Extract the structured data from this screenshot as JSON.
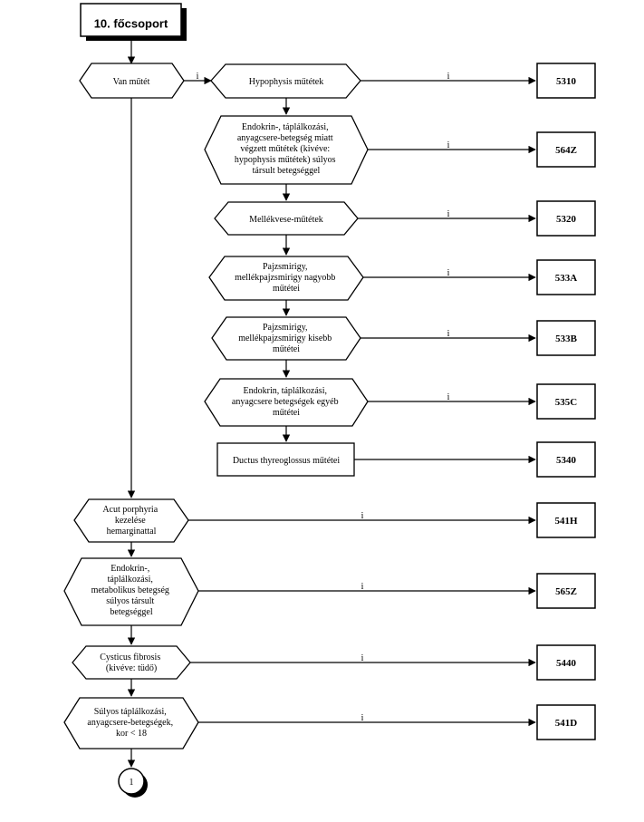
{
  "header": {
    "label": "10. főcsoport"
  },
  "edge_label": "i",
  "decisions": {
    "d1": [
      "Van műtét"
    ],
    "d2": [
      "Hypophysis műtétek"
    ],
    "d3": [
      "Endokrin-, táplálkozási,",
      "anyagcsere-betegség miatt",
      "végzett műtétek (kivéve:",
      "hypophysis műtétek) súlyos",
      "társult betegséggel"
    ],
    "d4": [
      "Mellékvese-műtétek"
    ],
    "d5": [
      "Pajzsmirigy,",
      "mellékpajzsmirigy nagyobb",
      "műtétei"
    ],
    "d6": [
      "Pajzsmirigy,",
      "mellékpajzsmirigy kisebb",
      "műtétei"
    ],
    "d7": [
      "Endokrin, táplálkozási,",
      "anyagcsere betegségek egyéb",
      "műtétei"
    ],
    "d8": [
      "Acut porphyria",
      "kezelése",
      "hemarginattal"
    ],
    "d9": [
      "Endokrin-,",
      "táplálkozási,",
      "metabolikus betegség",
      "súlyos társult",
      "betegséggel"
    ],
    "d10": [
      "Cysticus fibrosis",
      "(kivéve: tüdő)"
    ],
    "d11": [
      "Súlyos táplálkozási,",
      "anyagcsere-betegségek,",
      "kor < 18"
    ]
  },
  "process": {
    "p1": [
      "Ductus thyreoglossus műtétei"
    ]
  },
  "outcomes": {
    "o1": "5310",
    "o2": "564Z",
    "o3": "5320",
    "o4": "533A",
    "o5": "533B",
    "o6": "535C",
    "o7": "5340",
    "o8": "541H",
    "o9": "565Z",
    "o10": "5440",
    "o11": "541D"
  },
  "connector": {
    "label": "1"
  }
}
